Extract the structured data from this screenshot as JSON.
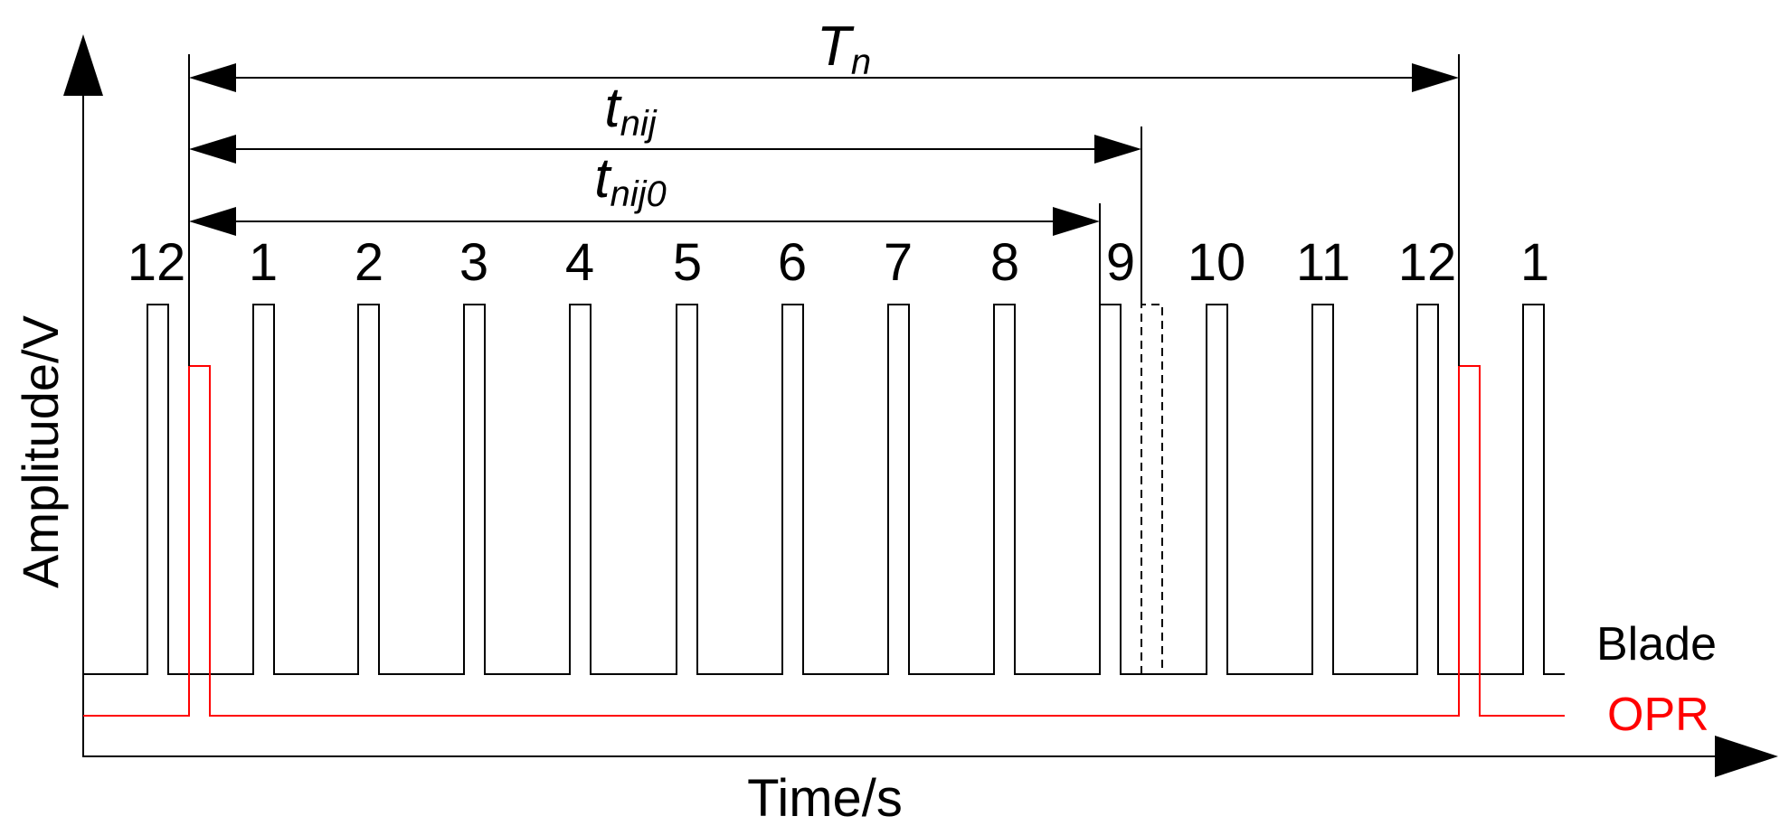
{
  "axes": {
    "y_label": "Amplitude/V",
    "x_label": "Time/s"
  },
  "blade_labels": [
    "12",
    "1",
    "2",
    "3",
    "4",
    "5",
    "6",
    "7",
    "8",
    "9",
    "10",
    "11",
    "12",
    "1"
  ],
  "signals": {
    "blade": {
      "label": "Blade",
      "color": "#000000"
    },
    "opr": {
      "label": "OPR",
      "color": "#ff0000"
    }
  },
  "intervals": {
    "Tn": {
      "symbol": "T",
      "subscript": "n"
    },
    "tnij": {
      "symbol": "t",
      "subscript": "nij"
    },
    "tnij0": {
      "symbol": "t",
      "subscript": "nij0"
    }
  },
  "expected_blade_marker": {
    "style": "dashed",
    "after_label": "9"
  }
}
